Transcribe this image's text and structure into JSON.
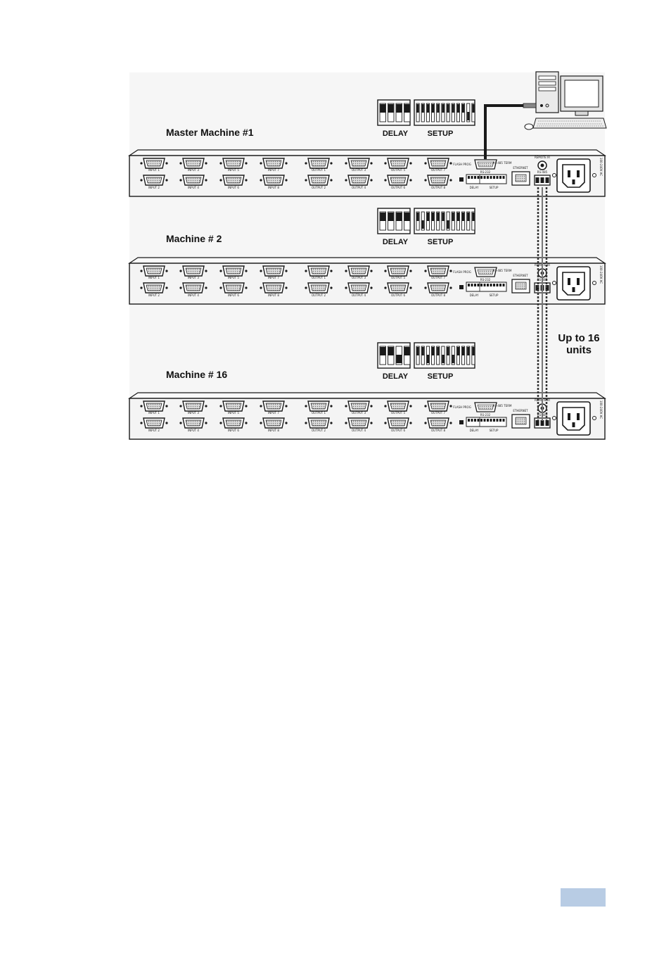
{
  "machines": [
    {
      "label": "Master Machine #1",
      "delay_label": "DELAY",
      "setup_label": "SETUP",
      "delay_switches": [
        1,
        1,
        1,
        1
      ],
      "setup_switches": [
        1,
        1,
        1,
        1,
        1,
        1,
        1,
        1,
        1,
        1,
        0,
        1
      ]
    },
    {
      "label": "Machine # 2",
      "delay_label": "DELAY",
      "setup_label": "SETUP",
      "delay_switches": [
        1,
        1,
        1,
        1
      ],
      "setup_switches": [
        1,
        0,
        1,
        1,
        1,
        1,
        0,
        1,
        1,
        1,
        1,
        1
      ]
    },
    {
      "label": "Machine # 16",
      "delay_label": "DELAY",
      "setup_label": "SETUP",
      "delay_switches": [
        1,
        1,
        0,
        1
      ],
      "setup_switches": [
        1,
        1,
        0,
        1,
        1,
        0,
        1,
        0,
        1,
        1,
        1,
        1
      ]
    }
  ],
  "panel": {
    "input_labels_top": [
      "INPUT 1",
      "INPUT 3",
      "INPUT 5",
      "INPUT 7"
    ],
    "input_labels_bottom": [
      "INPUT 2",
      "INPUT 4",
      "INPUT 6",
      "INPUT 8"
    ],
    "output_labels_top": [
      "OUTPUT 1",
      "OUTPUT 3",
      "OUTPUT 5",
      "OUTPUT 7"
    ],
    "output_labels_bottom": [
      "OUTPUT 2",
      "OUTPUT 4",
      "OUTPUT 6",
      "OUTPUT 8"
    ],
    "rs232_label": "RS-232",
    "ethernet_label": "ETHERNET",
    "remote_ir_label": "REMOTE IR",
    "rs485_label": "RS-485",
    "delay_small_label": "DELAY",
    "setup_small_label": "SETUP",
    "flash_prog_label": "FLASH PROG",
    "rs485_term_label": "RS-485 TERM",
    "power_label": "100-240V AC"
  },
  "chain_note": {
    "line1": "Up to 16",
    "line2": "units"
  },
  "colors": {
    "panel_fill": "#f4f4f4",
    "stroke": "#1a1a1a",
    "page_number_box": "#b8cce4"
  }
}
